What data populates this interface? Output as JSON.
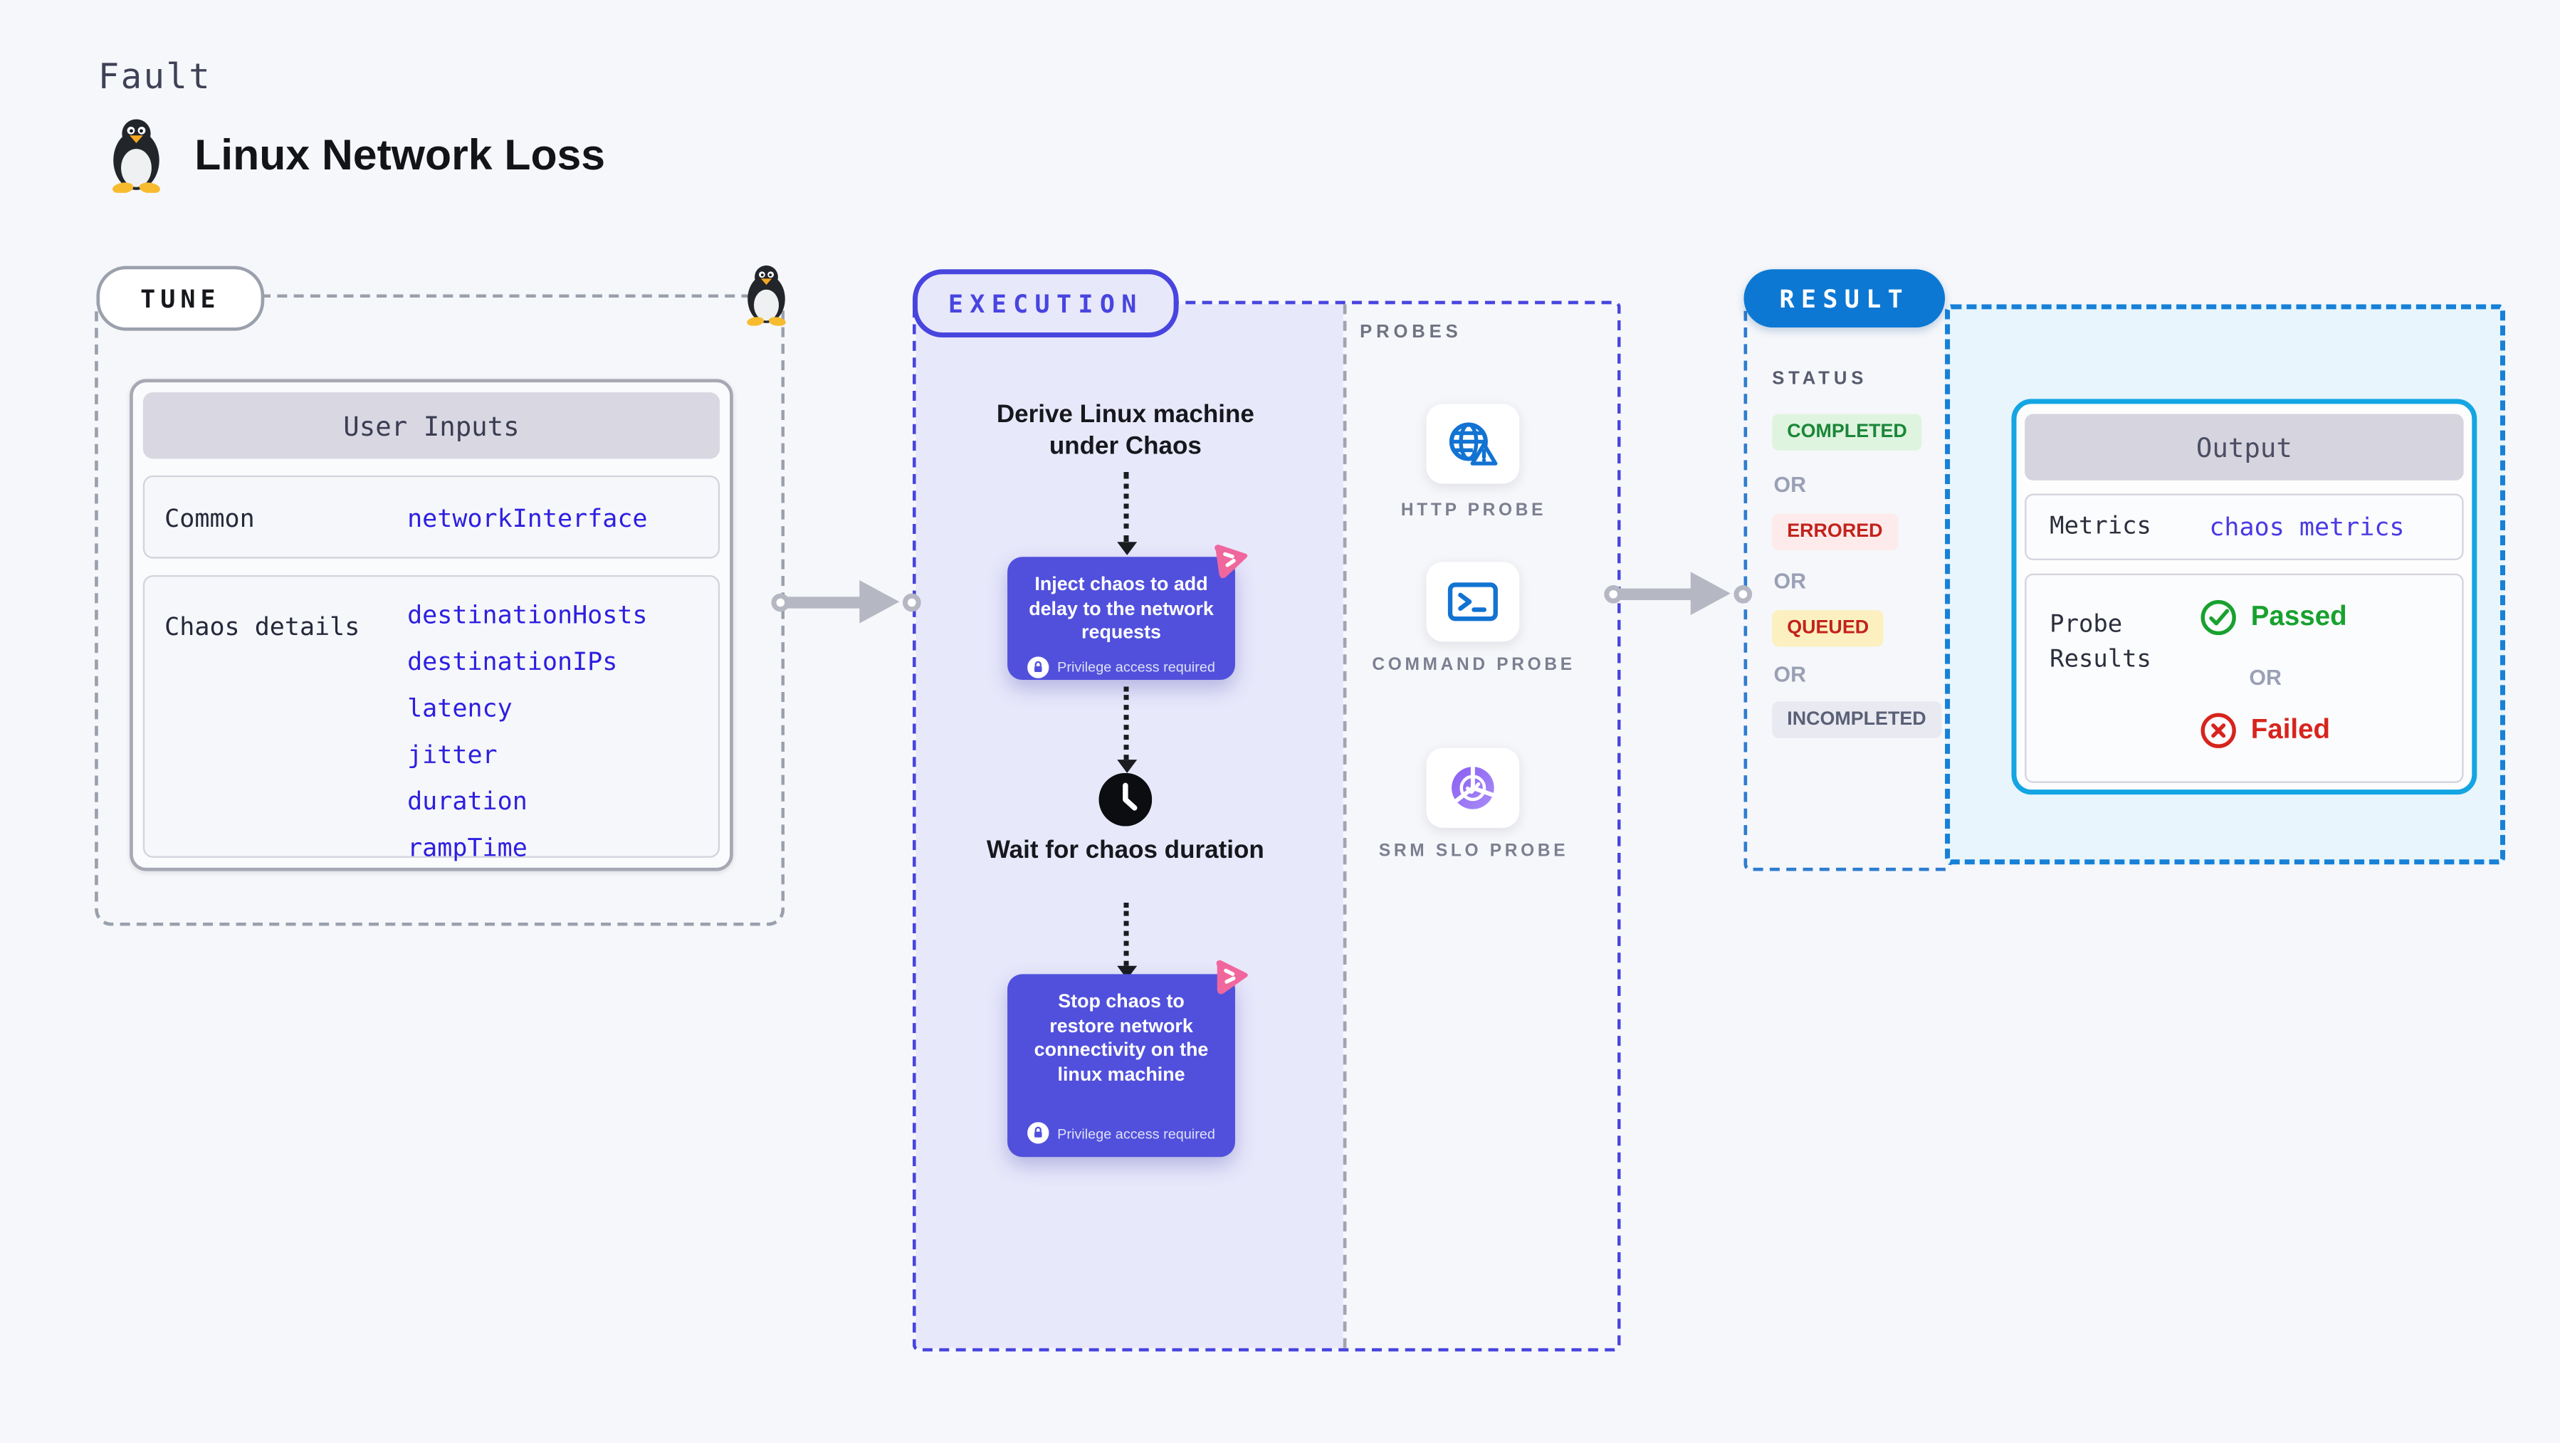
{
  "header": {
    "kicker": "Fault",
    "title": "Linux Network Loss"
  },
  "tune": {
    "badge": "TUNE",
    "card_title": "User Inputs",
    "rows": [
      {
        "label": "Common",
        "values": [
          "networkInterface"
        ]
      },
      {
        "label": "Chaos details",
        "values": [
          "destinationHosts",
          "destinationIPs",
          "latency",
          "jitter",
          "duration",
          "rampTime"
        ]
      }
    ]
  },
  "execution": {
    "badge": "EXECUTION",
    "step_derive": "Derive Linux machine under Chaos",
    "step_inject": {
      "text": "Inject chaos to add delay to the network requests",
      "note": "Privilege access required"
    },
    "step_wait": "Wait for chaos duration",
    "step_stop": {
      "text": "Stop chaos to restore network connectivity on the linux machine",
      "note": "Privilege access required"
    }
  },
  "probes": {
    "title": "PROBES",
    "items": [
      {
        "label": "HTTP PROBE",
        "icon": "globe-alert-icon"
      },
      {
        "label": "COMMAND PROBE",
        "icon": "terminal-icon"
      },
      {
        "label": "SRM SLO PROBE",
        "icon": "slo-pie-icon"
      }
    ]
  },
  "result": {
    "badge": "RESULT",
    "status_title": "STATUS",
    "or": "OR",
    "statuses": [
      {
        "label": "COMPLETED",
        "bg": "#def4df",
        "fg": "#1b8638"
      },
      {
        "label": "ERRORED",
        "bg": "#fcebea",
        "fg": "#c3221c"
      },
      {
        "label": "QUEUED",
        "bg": "#fcf0c0",
        "fg": "#c3221c"
      },
      {
        "label": "INCOMPLETED",
        "bg": "#e9eaf1",
        "fg": "#5a6076"
      }
    ],
    "output": {
      "title": "Output",
      "metrics_label": "Metrics",
      "metrics_value": "chaos metrics",
      "probe_label": "Probe Results",
      "passed": "Passed",
      "failed": "Failed"
    }
  },
  "colors": {
    "page_bg": "#f6f7fa",
    "lavender_bg": "#e8e8fb",
    "indigo": "#4845df",
    "step_box": "#5150dc",
    "param_blue": "#2d1fe0",
    "result_blue": "#0c78d3",
    "output_border": "#14a5e3",
    "output_bg": "#e8f5fd",
    "probe_icon_blue": "#1273d2",
    "pink_accent": "#f0679d",
    "arrow_gray": "#b5b7c3",
    "green": "#18a12f",
    "red": "#d7241d"
  }
}
